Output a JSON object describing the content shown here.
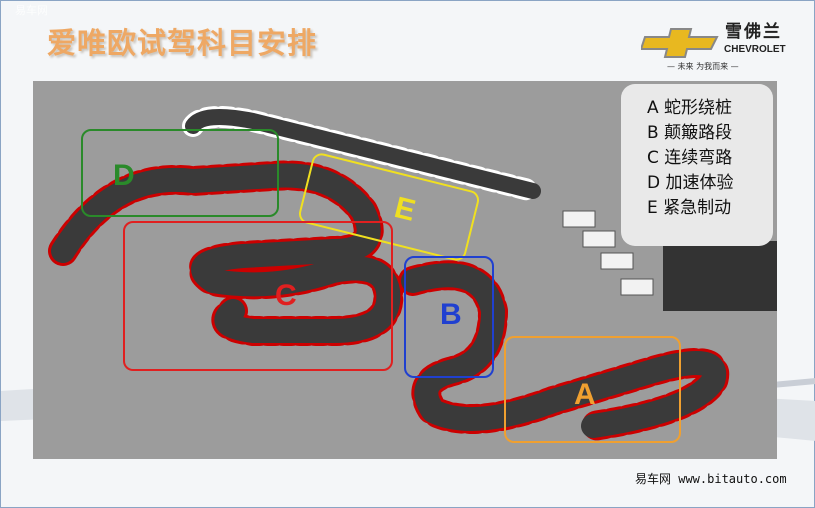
{
  "slide": {
    "title": "爱唯欧试驾科目安排",
    "watermark": "易车网"
  },
  "logo": {
    "brand_cn": "雪佛兰",
    "brand_en": "CHEVROLET",
    "slogan": "— 未来 为我而来 —"
  },
  "legend": {
    "items": [
      "A 蛇形绕桩",
      "B 颠簸路段",
      "C 连续弯路",
      "D 加速体验",
      "E 紧急制动"
    ]
  },
  "zones": [
    {
      "label": "A",
      "color": "#f0a030"
    },
    {
      "label": "B",
      "color": "#2040d0"
    },
    {
      "label": "C",
      "color": "#e02020"
    },
    {
      "label": "D",
      "color": "#2a8a2a"
    },
    {
      "label": "E",
      "color": "#f0e020"
    }
  ],
  "footer": {
    "text": "易车网 www.bitauto.com"
  }
}
